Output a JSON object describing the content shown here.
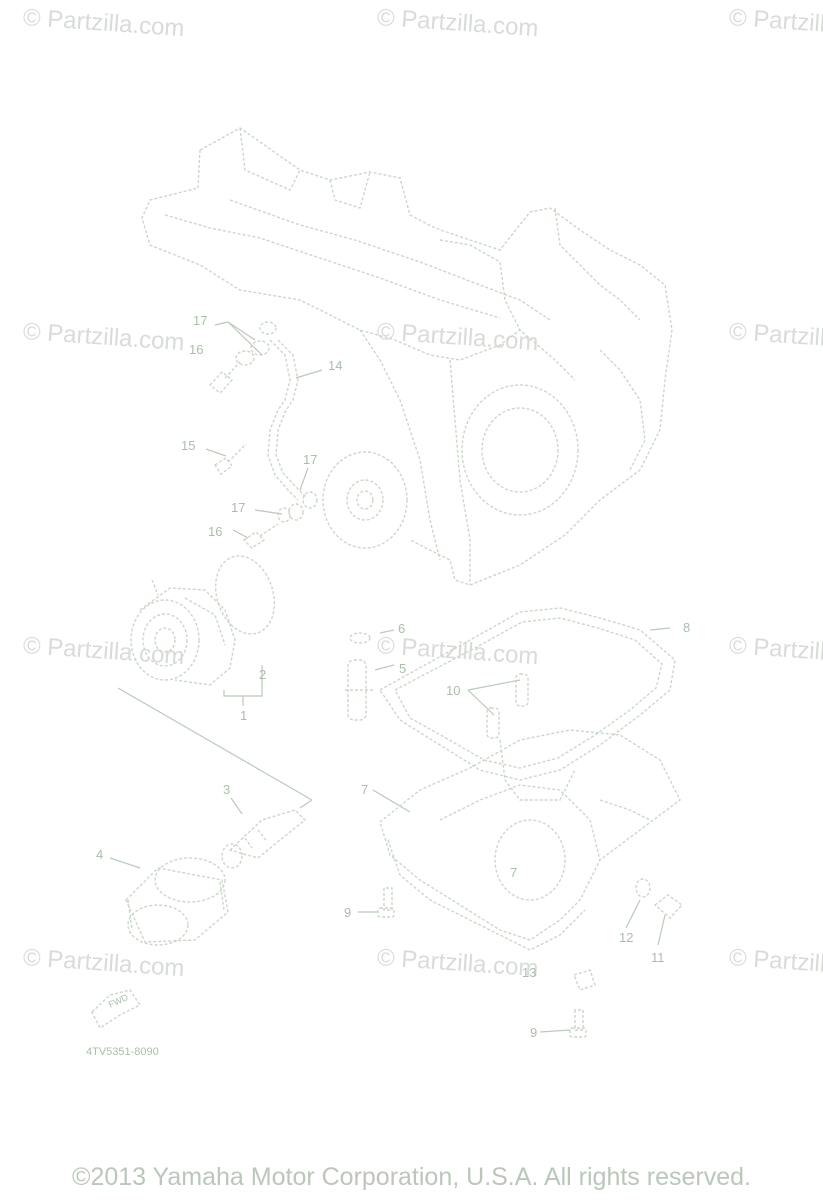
{
  "watermark": "© Partzilla.com",
  "diagram_code": "4TV5351-8090",
  "copyright": "©2013 Yamaha Motor Corporation, U.S.A. All rights reserved.",
  "arrow_text": "FWD",
  "labels": {
    "l1": "1",
    "l2": "2",
    "l3": "3",
    "l4": "4",
    "l5": "5",
    "l6": "6",
    "l7a": "7",
    "l7b": "7",
    "l8": "8",
    "l9a": "9",
    "l9b": "9",
    "l10": "10",
    "l11": "11",
    "l12": "12",
    "l13": "13",
    "l14": "14",
    "l15": "15",
    "l16a": "16",
    "l16b": "16",
    "l17a": "17",
    "l17b": "17",
    "l17c": "17"
  }
}
